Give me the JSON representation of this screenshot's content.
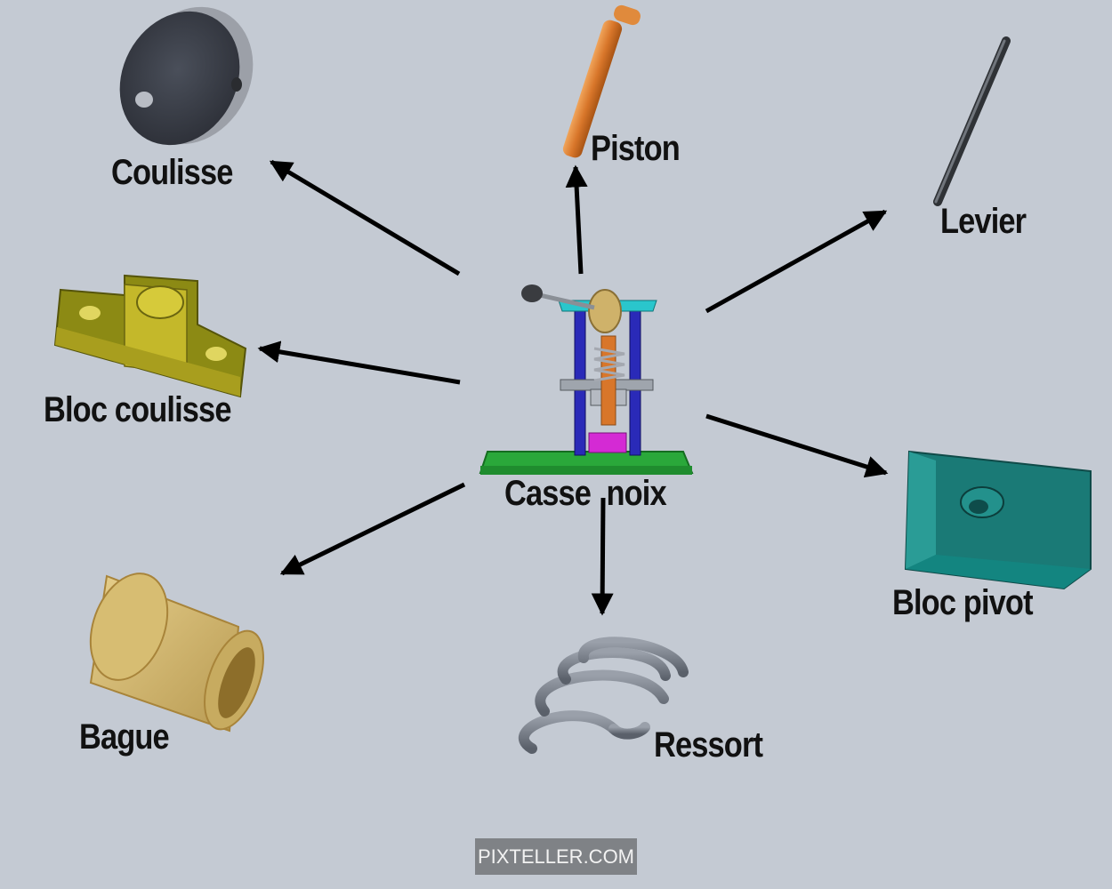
{
  "center": {
    "label": "Casse  noix"
  },
  "parts": {
    "coulisse": "Coulisse",
    "piston": "Piston",
    "levier": "Levier",
    "bloc_coulisse": "Bloc coulisse",
    "bloc_pivot": "Bloc pivot",
    "bague": "Bague",
    "ressort": "Ressort"
  },
  "watermark": "PIXTELLER.COM",
  "colors": {
    "background": "#c4cad3",
    "arrow": "#000000",
    "watermark_bg": "#7f8286"
  }
}
